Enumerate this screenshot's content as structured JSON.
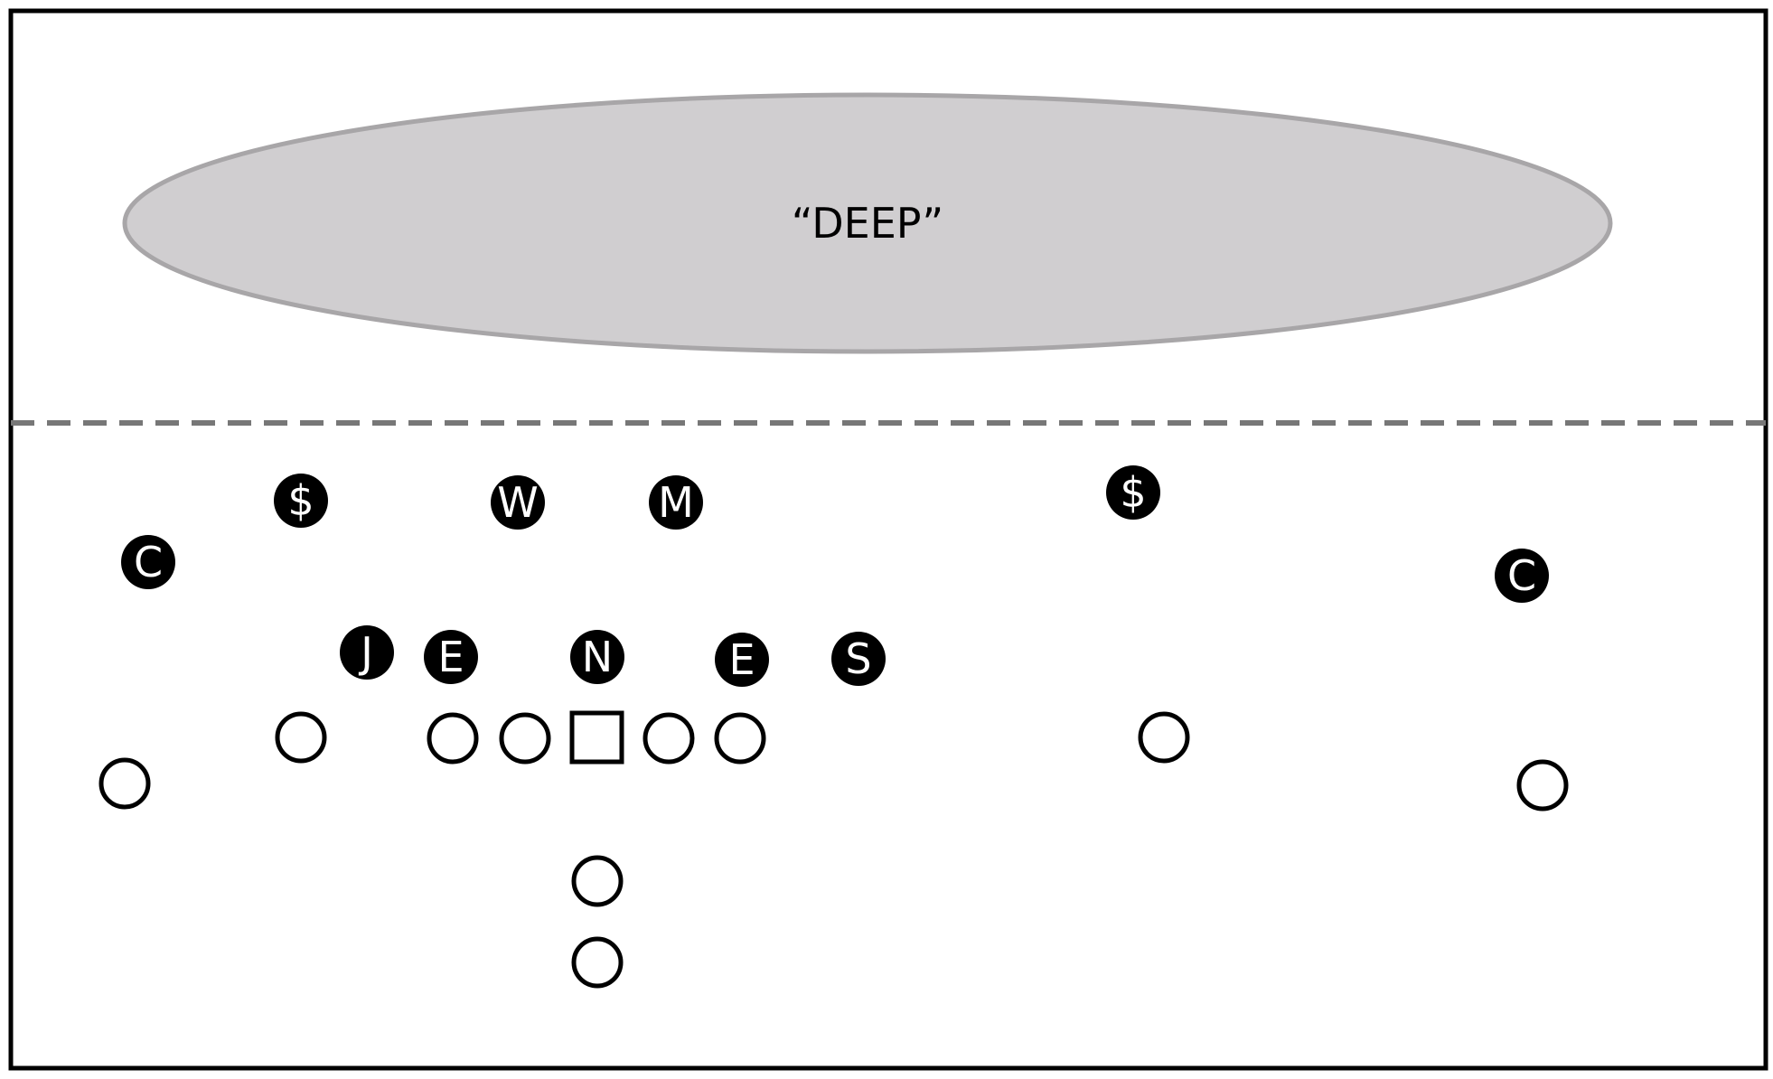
{
  "zone": {
    "label": "“DEEP”"
  },
  "defenders": [
    {
      "letter": "$"
    },
    {
      "letter": "W"
    },
    {
      "letter": "M"
    },
    {
      "letter": "$"
    },
    {
      "letter": "C"
    },
    {
      "letter": "C"
    },
    {
      "letter": "J"
    },
    {
      "letter": "E"
    },
    {
      "letter": "N"
    },
    {
      "letter": "E"
    },
    {
      "letter": "S"
    }
  ],
  "offense": {
    "center_marker": "square",
    "player_marker": "circle"
  },
  "colors": {
    "zone_fill": "#d0ced0",
    "zone_stroke": "#a8a6a8",
    "dashed_line": "#777777",
    "defender_fill": "#000000",
    "border": "#000000"
  }
}
